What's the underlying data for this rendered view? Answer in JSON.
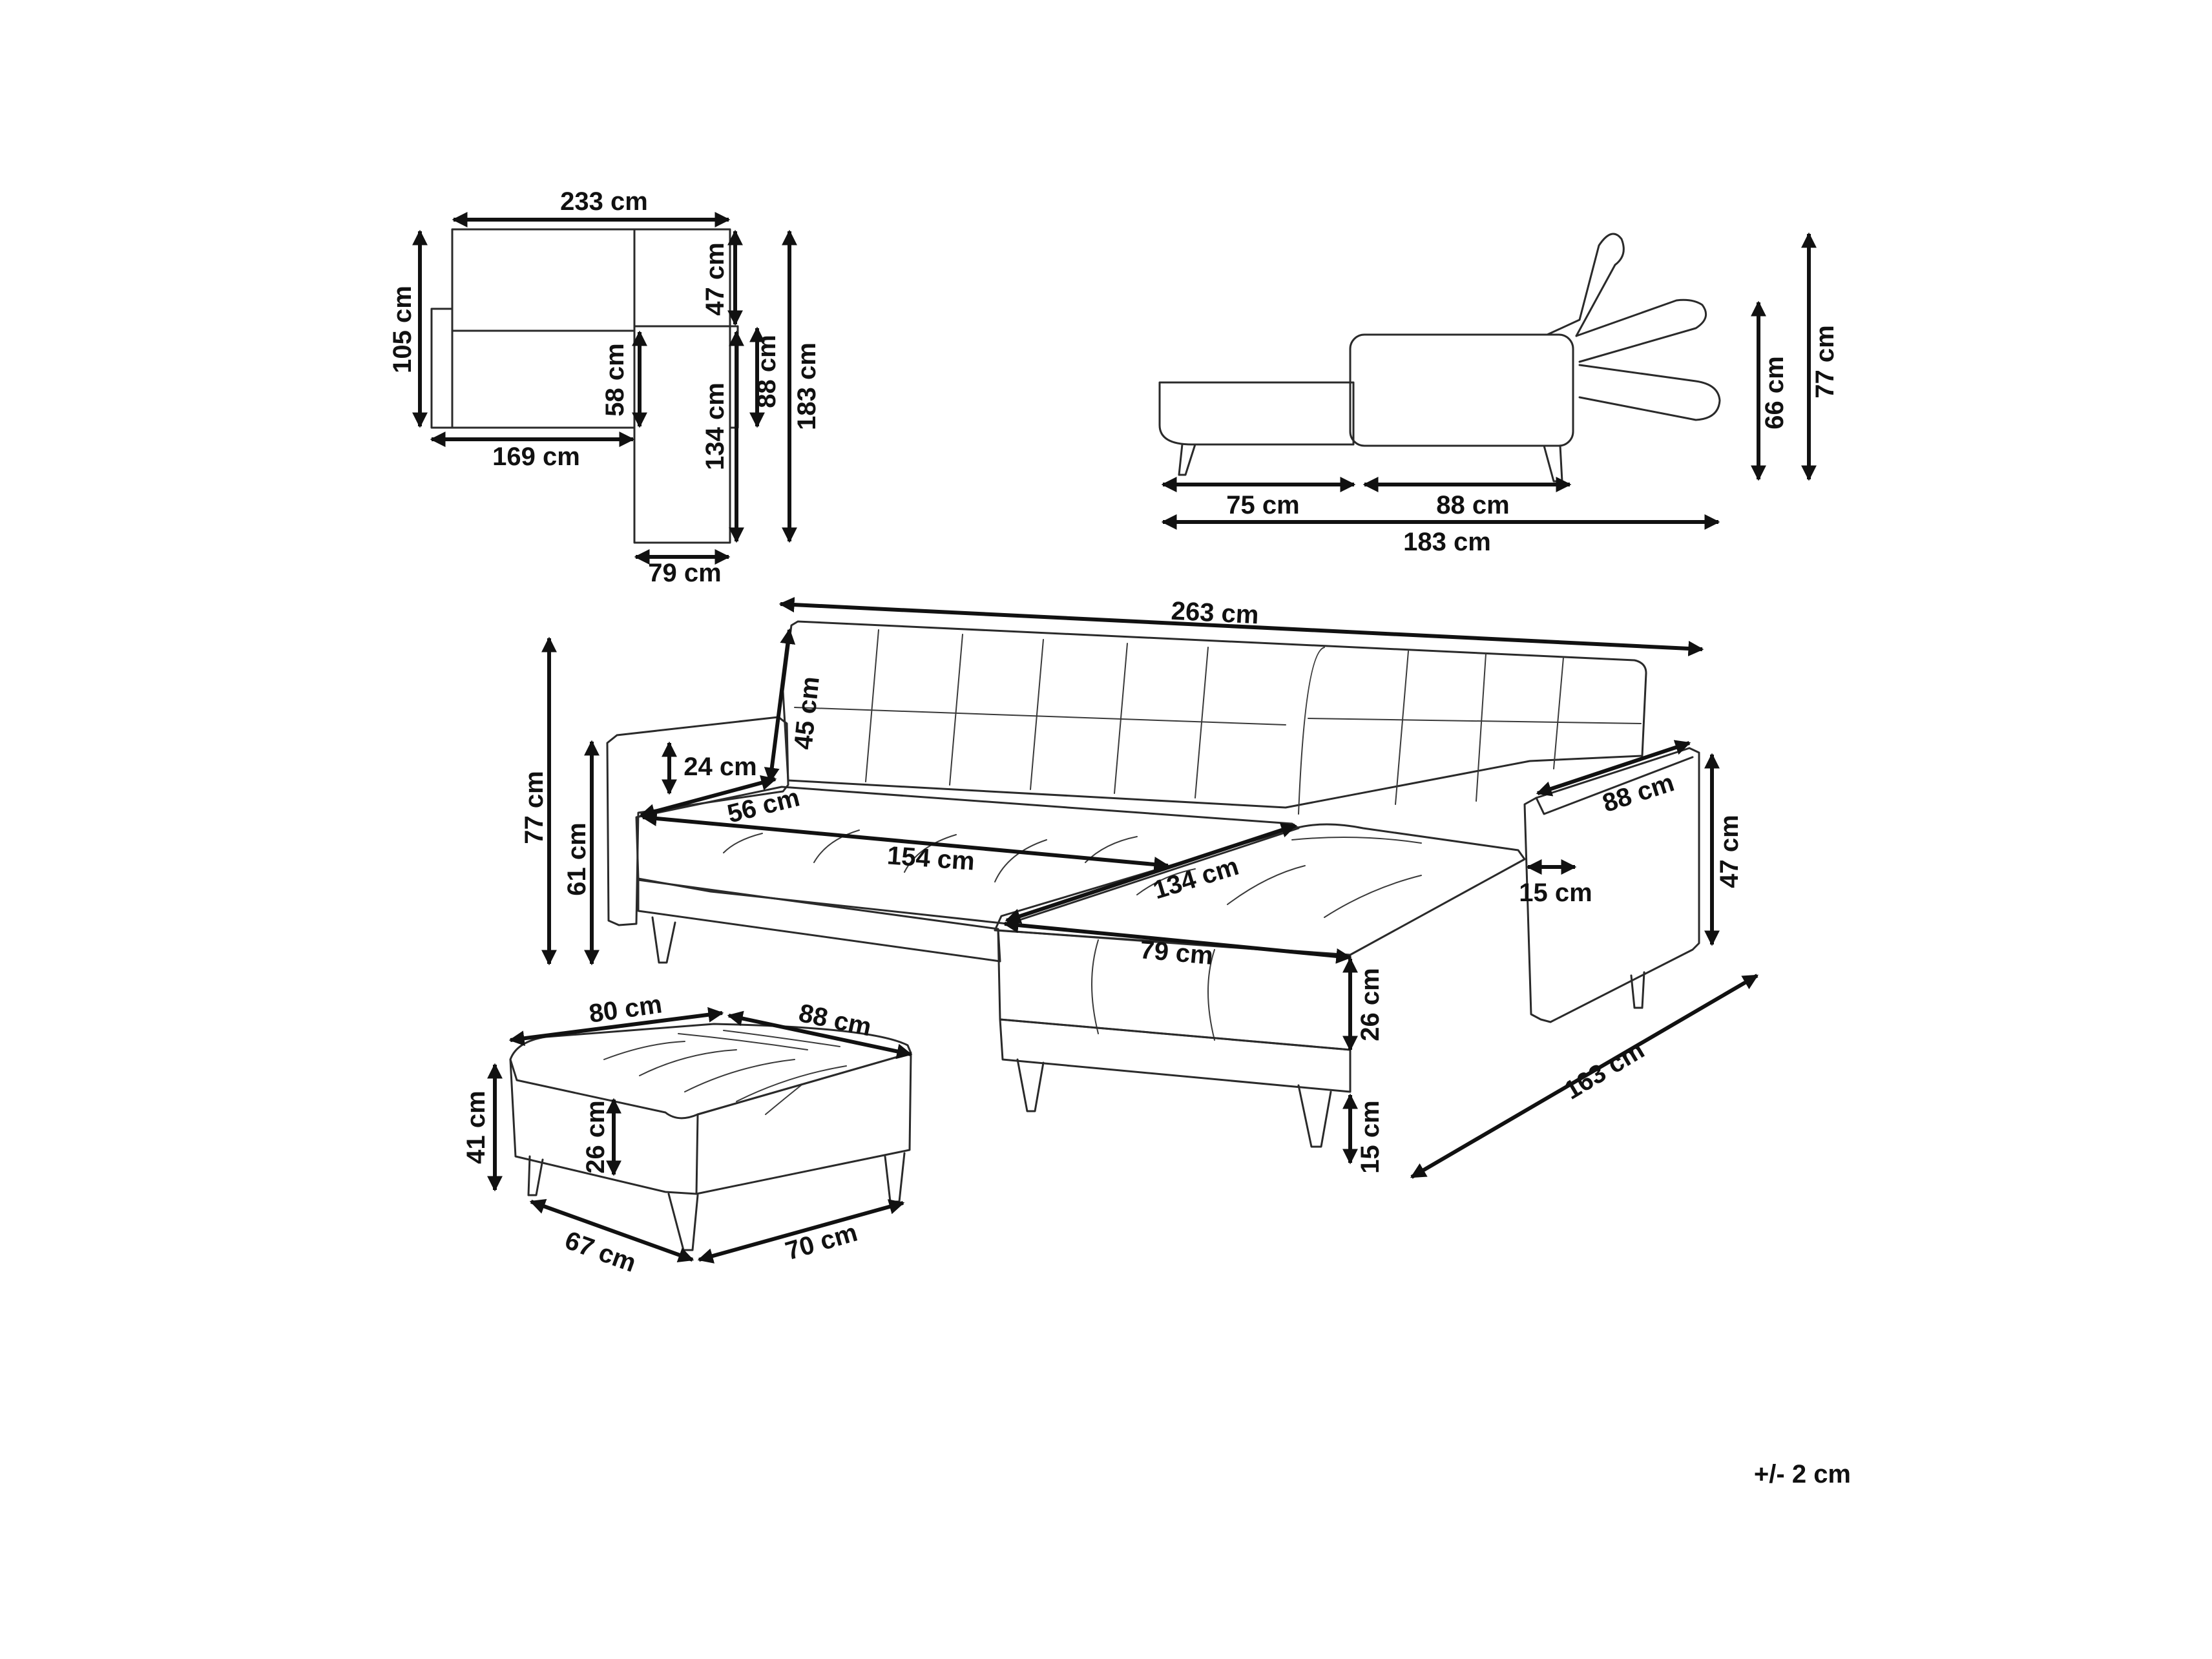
{
  "dimensions": {
    "plan_width_total": "233 cm",
    "plan_depth_left": "105 cm",
    "plan_seat_width": "169 cm",
    "plan_seat_depth": "58 cm",
    "plan_chaise_back": "47 cm",
    "plan_chaise_depth": "88 cm",
    "plan_chaise_length": "134 cm",
    "plan_total_length": "183 cm",
    "plan_chaise_width": "79 cm",
    "side_seat": "75 cm",
    "side_back": "88 cm",
    "side_total": "183 cm",
    "side_height_66": "66 cm",
    "side_height_77": "77 cm",
    "sofa_width": "263 cm",
    "sofa_back_height": "45 cm",
    "sofa_height": "77 cm",
    "sofa_arm_height": "61 cm",
    "sofa_arm_rise": "24 cm",
    "sofa_seat_depth": "56 cm",
    "sofa_seat_width": "154 cm",
    "chaise_length": "134 cm",
    "chaise_width": "79 cm",
    "arm_depth": "88 cm",
    "arm_height": "47 cm",
    "arm_width": "15 cm",
    "chaise_cushion": "26 cm",
    "leg_height": "15 cm",
    "chaise_total": "163 cm",
    "ottoman_width": "80 cm",
    "ottoman_depth": "88 cm",
    "ottoman_height": "41 cm",
    "ottoman_cushion": "26 cm",
    "ottoman_base_depth": "67 cm",
    "ottoman_base_width": "70 cm"
  },
  "tolerance": "+/- 2 cm",
  "icons": [
    "arrow-head-icon"
  ],
  "colors": {
    "line": "#2a2a2a",
    "text": "#111111",
    "background": "#ffffff"
  }
}
